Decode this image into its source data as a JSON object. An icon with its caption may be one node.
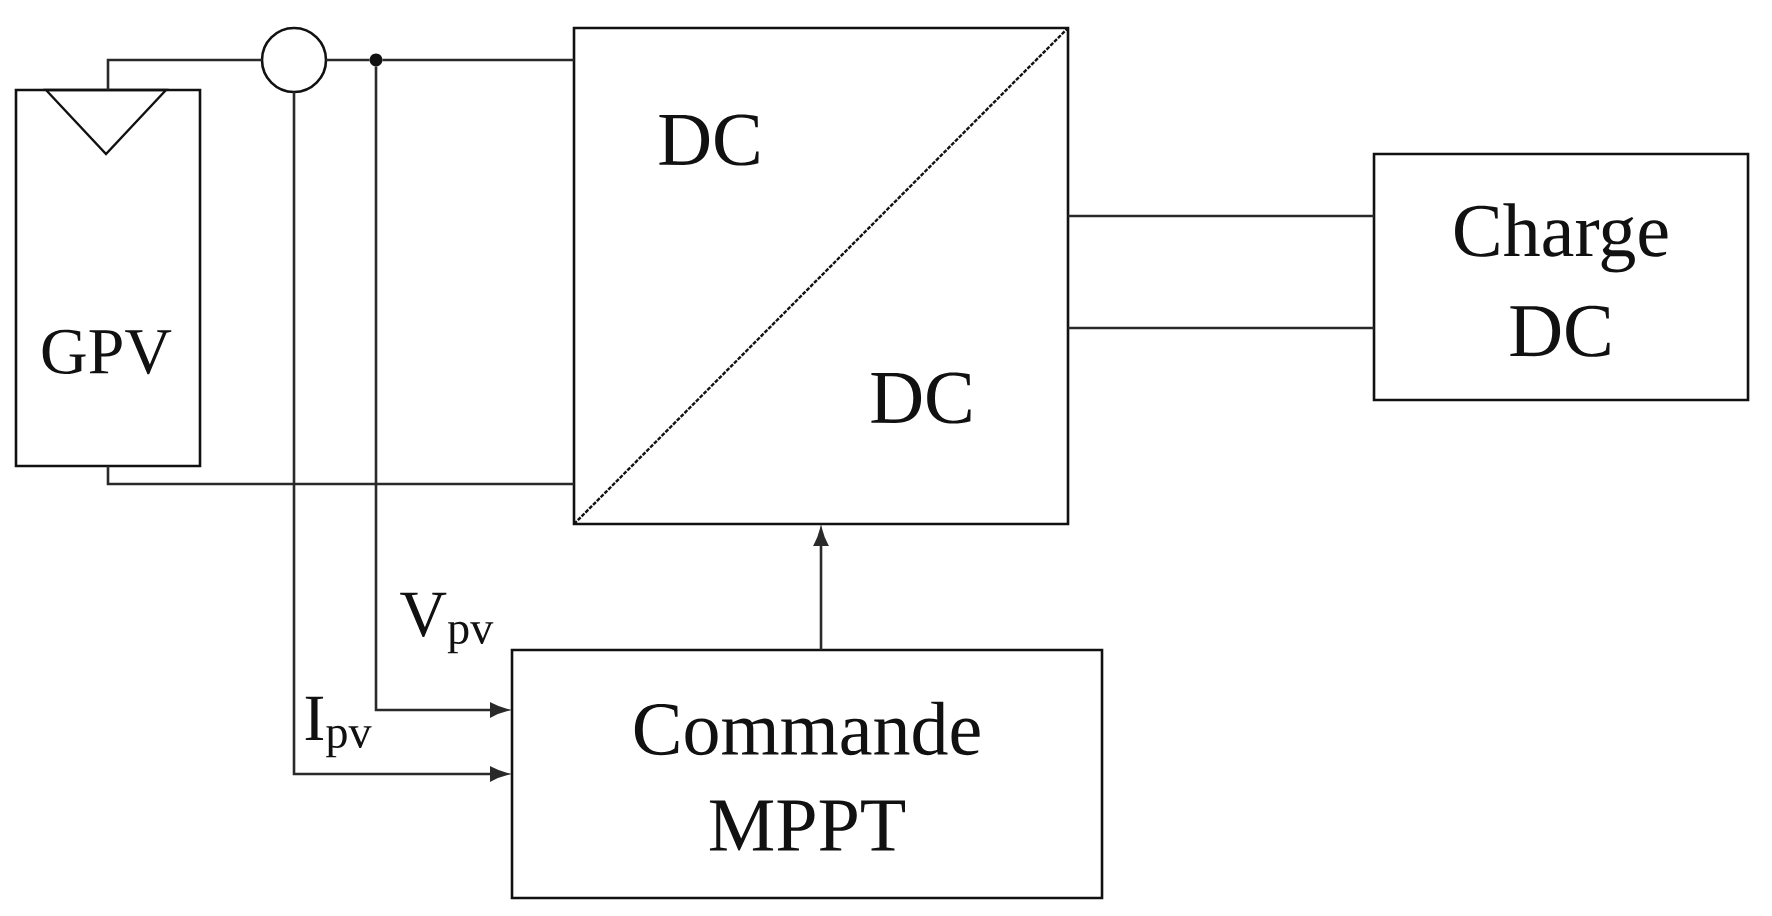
{
  "diagram": {
    "nodes": [
      {
        "text": [
          "GPV"
        ]
      },
      {
        "text": [],
        "shape": "circle"
      },
      {
        "text": [],
        "shape": "dot"
      },
      {
        "text": [
          "DC",
          "DC"
        ]
      },
      {
        "text": [
          "Charge DC"
        ]
      },
      {
        "text": [
          "Commande MPPT"
        ]
      }
    ],
    "edges": [
      {
        "from": 0,
        "to": 1,
        "arrow": "none"
      },
      {
        "from": 1,
        "to": 2,
        "arrow": "none"
      },
      {
        "from": 2,
        "to": 3,
        "arrow": "none"
      },
      {
        "from": 2,
        "to": 5,
        "arrow": "to",
        "label": "V$_{pv}$"
      },
      {
        "from": 1,
        "to": 5,
        "arrow": "to",
        "label": "I$_{pv}$"
      },
      {
        "from": 0,
        "to": 3,
        "arrow": "none"
      },
      {
        "from": 3,
        "to": 4,
        "arrow": "none"
      },
      {
        "from": 3,
        "to": 4,
        "arrow": "none"
      },
      {
        "from": 5,
        "to": 3,
        "arrow": "to"
      }
    ]
  }
}
